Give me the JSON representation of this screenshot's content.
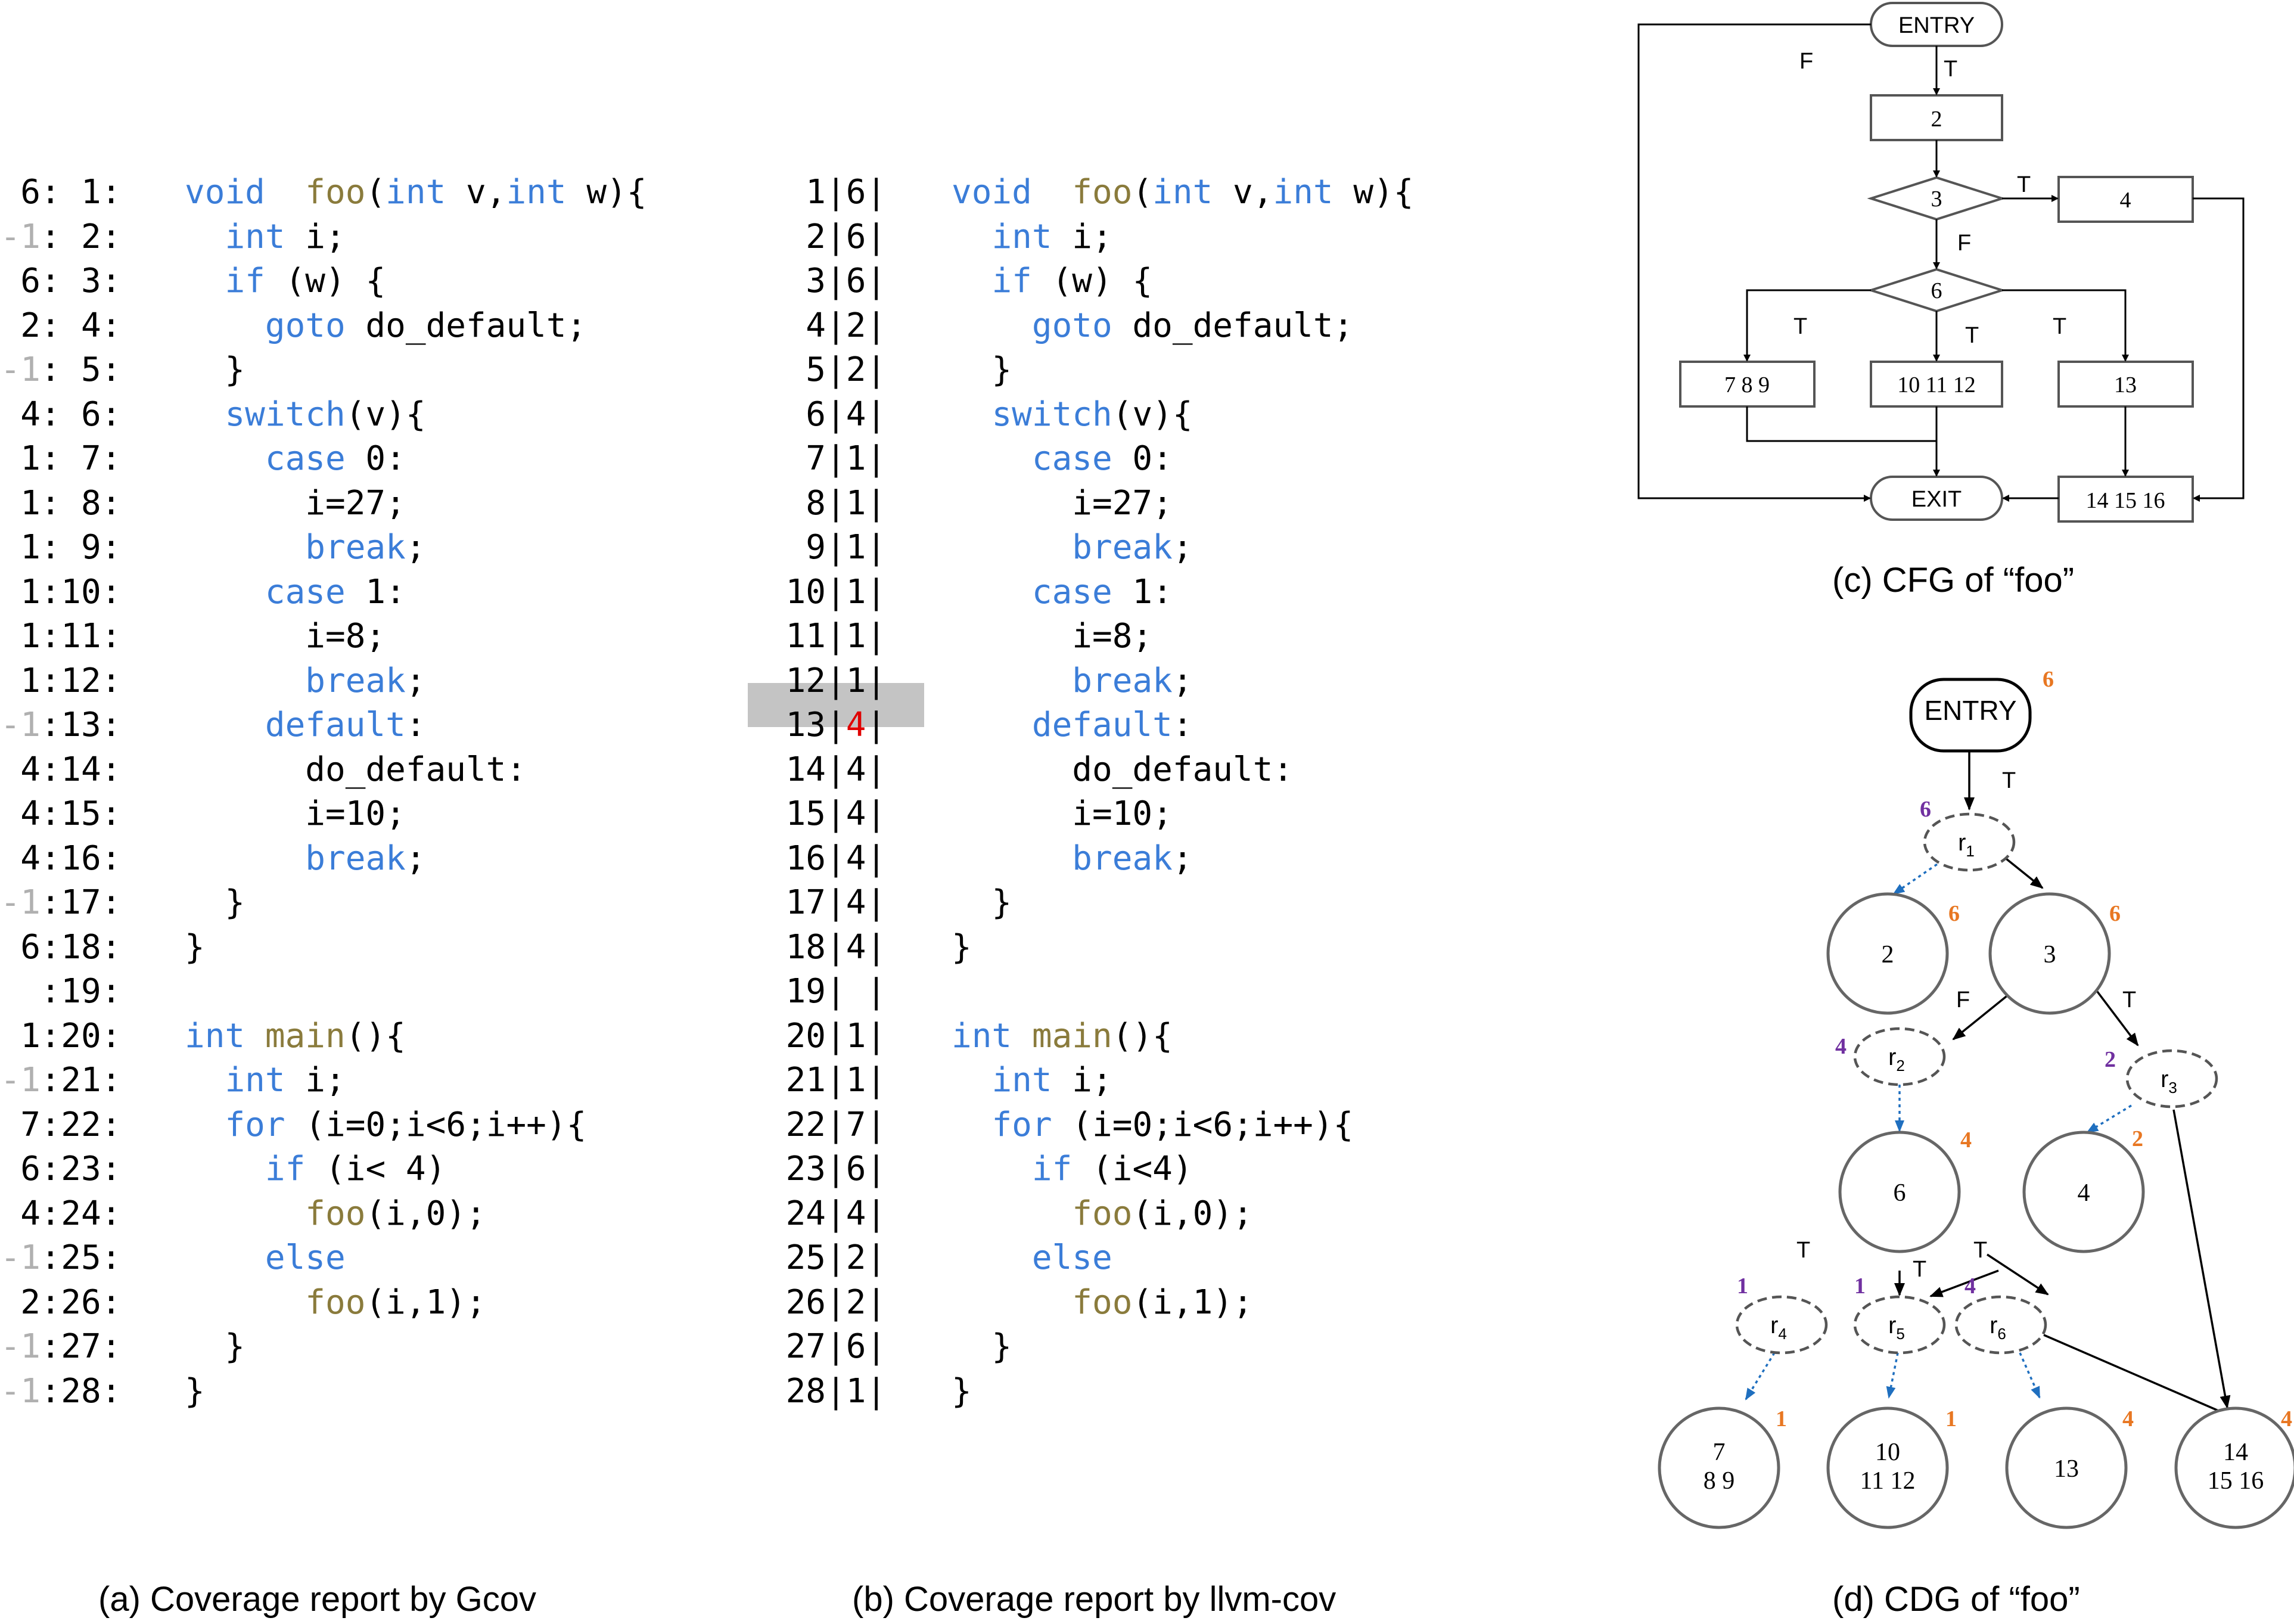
{
  "gcov": {
    "counts": [
      "6",
      "-1",
      "6",
      "2",
      "-1",
      "4",
      "1",
      "1",
      "1",
      "1",
      "1",
      "1",
      "-1",
      "4",
      "4",
      "4",
      "-1",
      "6",
      "",
      "1",
      "-1",
      "7",
      "6",
      "4",
      "-1",
      "2",
      "-1",
      "-1"
    ],
    "lines": [
      "1",
      "2",
      "3",
      "4",
      "5",
      "6",
      "7",
      "8",
      "9",
      "10",
      "11",
      "12",
      "13",
      "14",
      "15",
      "16",
      "17",
      "18",
      "19",
      "20",
      "21",
      "22",
      "23",
      "24",
      "25",
      "26",
      "27",
      "28"
    ],
    "caption": "(a) Coverage report by Gcov"
  },
  "llvm": {
    "lines": [
      "1",
      "2",
      "3",
      "4",
      "5",
      "6",
      "7",
      "8",
      "9",
      "10",
      "11",
      "12",
      "13",
      "14",
      "15",
      "16",
      "17",
      "18",
      "19",
      "20",
      "21",
      "22",
      "23",
      "24",
      "25",
      "26",
      "27",
      "28"
    ],
    "counts": [
      "6",
      "6",
      "6",
      "2",
      "2",
      "4",
      "1",
      "1",
      "1",
      "1",
      "1",
      "1",
      "4",
      "4",
      "4",
      "4",
      "4",
      "4",
      "",
      "1",
      "1",
      "7",
      "6",
      "4",
      "2",
      "2",
      "6",
      "1"
    ],
    "highlight_line": "13",
    "caption": "(b) Coverage report by llvm-cov"
  },
  "source_gcov": [
    [
      [
        "kw",
        "void"
      ],
      [
        "",
        "  "
      ],
      [
        "fn",
        "foo"
      ],
      [
        "",
        "("
      ],
      [
        "kw",
        "int"
      ],
      [
        "",
        " v,"
      ],
      [
        "kw",
        "int"
      ],
      [
        "",
        " w){"
      ]
    ],
    [
      [
        "",
        "  "
      ],
      [
        "kw",
        "int"
      ],
      [
        "",
        " i;"
      ]
    ],
    [
      [
        "",
        "  "
      ],
      [
        "kw",
        "if"
      ],
      [
        "",
        " (w) {"
      ]
    ],
    [
      [
        "",
        "    "
      ],
      [
        "kw",
        "goto"
      ],
      [
        "",
        " do_default;"
      ]
    ],
    [
      [
        "",
        "  }"
      ]
    ],
    [
      [
        "",
        "  "
      ],
      [
        "kw",
        "switch"
      ],
      [
        "",
        "(v){"
      ]
    ],
    [
      [
        "",
        "    "
      ],
      [
        "kw",
        "case"
      ],
      [
        "",
        " 0:"
      ]
    ],
    [
      [
        "",
        "      i=27;"
      ]
    ],
    [
      [
        "",
        "      "
      ],
      [
        "kw",
        "break"
      ],
      [
        "",
        ";"
      ]
    ],
    [
      [
        "",
        "    "
      ],
      [
        "kw",
        "case"
      ],
      [
        "",
        " 1:"
      ]
    ],
    [
      [
        "",
        "      i=8;"
      ]
    ],
    [
      [
        "",
        "      "
      ],
      [
        "kw",
        "break"
      ],
      [
        "",
        ";"
      ]
    ],
    [
      [
        "",
        "    "
      ],
      [
        "kw",
        "default"
      ],
      [
        "",
        ":"
      ]
    ],
    [
      [
        "",
        "      do_default:"
      ]
    ],
    [
      [
        "",
        "      i=10;"
      ]
    ],
    [
      [
        "",
        "      "
      ],
      [
        "kw",
        "break"
      ],
      [
        "",
        ";"
      ]
    ],
    [
      [
        "",
        "  }"
      ]
    ],
    [
      [
        "",
        "}"
      ]
    ],
    [
      [
        "",
        ""
      ]
    ],
    [
      [
        "kw",
        "int"
      ],
      [
        "",
        " "
      ],
      [
        "fn",
        "main"
      ],
      [
        "",
        "(){"
      ]
    ],
    [
      [
        "",
        "  "
      ],
      [
        "kw",
        "int"
      ],
      [
        "",
        " i;"
      ]
    ],
    [
      [
        "",
        "  "
      ],
      [
        "kw",
        "for"
      ],
      [
        "",
        " (i=0;i<6;i++){"
      ]
    ],
    [
      [
        "",
        "    "
      ],
      [
        "kw",
        "if"
      ],
      [
        "",
        " (i< 4)"
      ]
    ],
    [
      [
        "",
        "      "
      ],
      [
        "fn",
        "foo"
      ],
      [
        "",
        "(i,0);"
      ]
    ],
    [
      [
        "",
        "    "
      ],
      [
        "kw",
        "else"
      ]
    ],
    [
      [
        "",
        "      "
      ],
      [
        "fn",
        "foo"
      ],
      [
        "",
        "(i,1);"
      ]
    ],
    [
      [
        "",
        "  }"
      ]
    ],
    [
      [
        "",
        "}"
      ]
    ]
  ],
  "source_llvm": [
    [
      [
        "kw",
        "void"
      ],
      [
        "",
        "  "
      ],
      [
        "fn",
        "foo"
      ],
      [
        "",
        "("
      ],
      [
        "kw",
        "int"
      ],
      [
        "",
        " v,"
      ],
      [
        "kw",
        "int"
      ],
      [
        "",
        " w){"
      ]
    ],
    [
      [
        "",
        "  "
      ],
      [
        "kw",
        "int"
      ],
      [
        "",
        " i;"
      ]
    ],
    [
      [
        "",
        "  "
      ],
      [
        "kw",
        "if"
      ],
      [
        "",
        " (w) {"
      ]
    ],
    [
      [
        "",
        "    "
      ],
      [
        "kw",
        "goto"
      ],
      [
        "",
        " do_default;"
      ]
    ],
    [
      [
        "",
        "  }"
      ]
    ],
    [
      [
        "",
        "  "
      ],
      [
        "kw",
        "switch"
      ],
      [
        "",
        "(v){"
      ]
    ],
    [
      [
        "",
        "    "
      ],
      [
        "kw",
        "case"
      ],
      [
        "",
        " 0:"
      ]
    ],
    [
      [
        "",
        "      i=27;"
      ]
    ],
    [
      [
        "",
        "      "
      ],
      [
        "kw",
        "break"
      ],
      [
        "",
        ";"
      ]
    ],
    [
      [
        "",
        "    "
      ],
      [
        "kw",
        "case"
      ],
      [
        "",
        " 1:"
      ]
    ],
    [
      [
        "",
        "      i=8;"
      ]
    ],
    [
      [
        "",
        "      "
      ],
      [
        "kw",
        "break"
      ],
      [
        "",
        ";"
      ]
    ],
    [
      [
        "",
        "    "
      ],
      [
        "kw",
        "default"
      ],
      [
        "",
        ":"
      ]
    ],
    [
      [
        "",
        "      do_default:"
      ]
    ],
    [
      [
        "",
        "      i=10;"
      ]
    ],
    [
      [
        "",
        "      "
      ],
      [
        "kw",
        "break"
      ],
      [
        "",
        ";"
      ]
    ],
    [
      [
        "",
        "  }"
      ]
    ],
    [
      [
        "",
        "}"
      ]
    ],
    [
      [
        "",
        ""
      ]
    ],
    [
      [
        "kw",
        "int"
      ],
      [
        "",
        " "
      ],
      [
        "fn",
        "main"
      ],
      [
        "",
        "(){"
      ]
    ],
    [
      [
        "",
        "  "
      ],
      [
        "kw",
        "int"
      ],
      [
        "",
        " i;"
      ]
    ],
    [
      [
        "",
        "  "
      ],
      [
        "kw",
        "for"
      ],
      [
        "",
        " (i=0;i<6;i++){"
      ]
    ],
    [
      [
        "",
        "    "
      ],
      [
        "kw",
        "if"
      ],
      [
        "",
        " (i<4)"
      ]
    ],
    [
      [
        "",
        "      "
      ],
      [
        "fn",
        "foo"
      ],
      [
        "",
        "(i,0);"
      ]
    ],
    [
      [
        "",
        "    "
      ],
      [
        "kw",
        "else"
      ]
    ],
    [
      [
        "",
        "      "
      ],
      [
        "fn",
        "foo"
      ],
      [
        "",
        "(i,1);"
      ]
    ],
    [
      [
        "",
        "  }"
      ]
    ],
    [
      [
        "",
        "}"
      ]
    ]
  ],
  "cfg": {
    "entry": "ENTRY",
    "exit": "EXIT",
    "n2": "2",
    "n3": "3",
    "n4": "4",
    "n6": "6",
    "n789": "7 8 9",
    "n101112": "10 11 12",
    "n13": "13",
    "n141516": "14 15 16",
    "t": "T",
    "f": "F",
    "caption": "(c) CFG of “foo”"
  },
  "cdg": {
    "entry": "ENTRY",
    "entry_count": "6",
    "r": "r",
    "r1": "1",
    "r2": "2",
    "r3": "3",
    "r4": "4",
    "r5": "5",
    "r6": "6",
    "r1_count": "6",
    "r2_count": "4",
    "r3_count": "2",
    "r4_count": "1",
    "r5_count": "1",
    "r6_count": "4",
    "n2": "2",
    "n2_count": "6",
    "n3": "3",
    "n3_count": "6",
    "n6": "6",
    "n6_count": "4",
    "n4": "4",
    "n4_count": "2",
    "n789_a": "7",
    "n789_b": "8  9",
    "n789_count": "1",
    "n101112_a": "10",
    "n101112_b": "11 12",
    "n101112_count": "1",
    "n13": "13",
    "n13_count": "4",
    "n141516_a": "14",
    "n141516_b": "15 16",
    "n141516_count": "4",
    "t": "T",
    "f": "F",
    "caption": "(d) CDG of “foo”"
  },
  "colors": {
    "keyword": "#3b7dd8",
    "function": "#8a7b3c",
    "orange": "#e87722",
    "purple": "#7030a0",
    "blue_dashed": "#1f6fbf",
    "highlight": "#c4c4c4",
    "red": "#e00000"
  }
}
